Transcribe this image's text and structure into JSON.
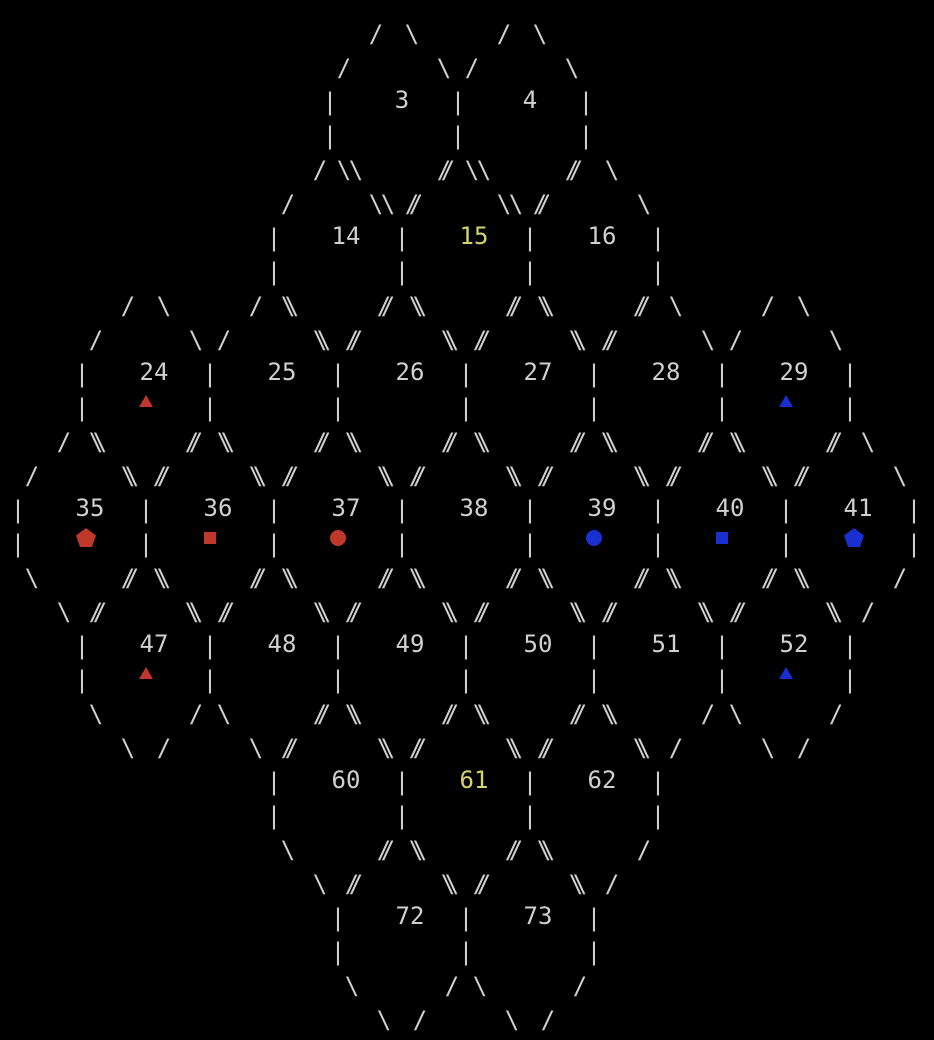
{
  "board": {
    "colors": {
      "background": "#000000",
      "text": "#d0d0d0",
      "highlight": "#d6d36a",
      "red": "#c0382b",
      "blue": "#1a2fd0"
    },
    "cells": [
      {
        "id": "3",
        "label": "3",
        "highlight": false
      },
      {
        "id": "4",
        "label": "4",
        "highlight": false
      },
      {
        "id": "14",
        "label": "14",
        "highlight": false
      },
      {
        "id": "15",
        "label": "15",
        "highlight": true
      },
      {
        "id": "16",
        "label": "16",
        "highlight": false
      },
      {
        "id": "24",
        "label": "24",
        "highlight": false,
        "piece": {
          "shape": "triangle",
          "color": "red"
        }
      },
      {
        "id": "25",
        "label": "25",
        "highlight": false
      },
      {
        "id": "26",
        "label": "26",
        "highlight": false
      },
      {
        "id": "27",
        "label": "27",
        "highlight": false
      },
      {
        "id": "28",
        "label": "28",
        "highlight": false
      },
      {
        "id": "29",
        "label": "29",
        "highlight": false,
        "piece": {
          "shape": "triangle",
          "color": "blue"
        }
      },
      {
        "id": "35",
        "label": "35",
        "highlight": false,
        "piece": {
          "shape": "pentagon",
          "color": "red"
        }
      },
      {
        "id": "36",
        "label": "36",
        "highlight": false,
        "piece": {
          "shape": "square",
          "color": "red"
        }
      },
      {
        "id": "37",
        "label": "37",
        "highlight": false,
        "piece": {
          "shape": "circle",
          "color": "red"
        }
      },
      {
        "id": "38",
        "label": "38",
        "highlight": false
      },
      {
        "id": "39",
        "label": "39",
        "highlight": false,
        "piece": {
          "shape": "circle",
          "color": "blue"
        }
      },
      {
        "id": "40",
        "label": "40",
        "highlight": false,
        "piece": {
          "shape": "square",
          "color": "blue"
        }
      },
      {
        "id": "41",
        "label": "41",
        "highlight": false,
        "piece": {
          "shape": "pentagon",
          "color": "blue"
        }
      },
      {
        "id": "47",
        "label": "47",
        "highlight": false,
        "piece": {
          "shape": "triangle",
          "color": "red"
        }
      },
      {
        "id": "48",
        "label": "48",
        "highlight": false
      },
      {
        "id": "49",
        "label": "49",
        "highlight": false
      },
      {
        "id": "50",
        "label": "50",
        "highlight": false
      },
      {
        "id": "51",
        "label": "51",
        "highlight": false
      },
      {
        "id": "52",
        "label": "52",
        "highlight": false,
        "piece": {
          "shape": "triangle",
          "color": "blue"
        }
      },
      {
        "id": "60",
        "label": "60",
        "highlight": false
      },
      {
        "id": "61",
        "label": "61",
        "highlight": true
      },
      {
        "id": "62",
        "label": "62",
        "highlight": false
      },
      {
        "id": "72",
        "label": "72",
        "highlight": false
      },
      {
        "id": "73",
        "label": "73",
        "highlight": false
      }
    ]
  }
}
